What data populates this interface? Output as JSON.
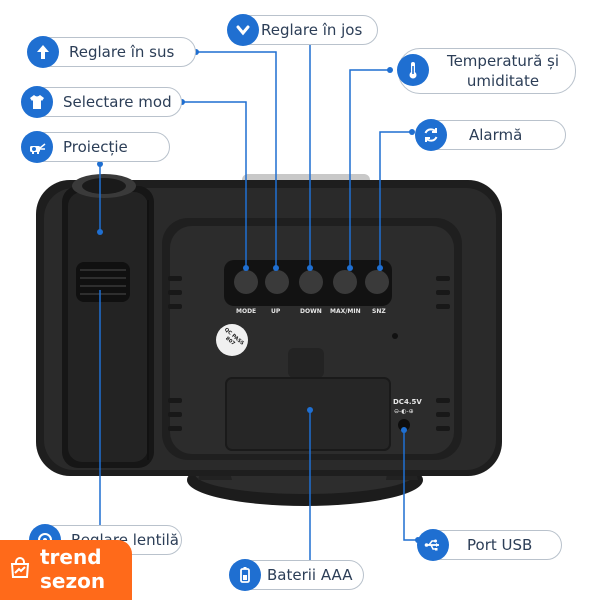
{
  "callouts": {
    "up": {
      "label": "Reglare în sus",
      "icon": "arrow-up-icon"
    },
    "down": {
      "label": "Reglare în jos",
      "icon": "chevron-down-icon"
    },
    "mode": {
      "label": "Selectare mod",
      "icon": "shirt-icon"
    },
    "projection": {
      "label": "Proiecție",
      "icon": "projector-icon"
    },
    "temperature": {
      "label": "Temperatură și umiditate",
      "icon": "thermometer-icon"
    },
    "alarm": {
      "label": "Alarmă",
      "icon": "alarm-refresh-icon"
    },
    "lens": {
      "label": "Reglare lentilă",
      "icon": "lens-icon"
    },
    "usb": {
      "label": "Port USB",
      "icon": "usb-icon"
    },
    "battery": {
      "label": "Baterii AAA",
      "icon": "battery-icon"
    }
  },
  "device": {
    "buttons": [
      "MODE",
      "UP",
      "DOWN",
      "MAX/MIN",
      "SNZ"
    ],
    "qc_label": "QC PASS 807",
    "power_label": "DC4.5V",
    "power_symbol": "⊖-◐-⊕"
  },
  "badge": {
    "line1": "trend",
    "line2": "sezon"
  },
  "colors": {
    "accent": "#1f6fd1",
    "badge": "#ff6a1a",
    "device": "#2a2a2a"
  }
}
